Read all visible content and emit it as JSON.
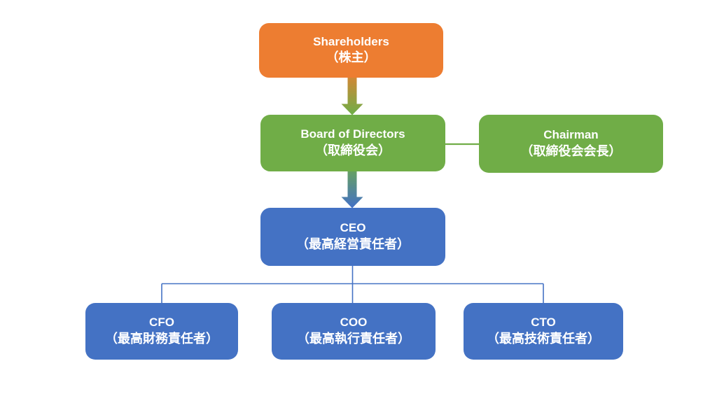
{
  "diagram": {
    "type": "org-chart",
    "colors": {
      "orange": "#ED7D31",
      "green": "#70AD47",
      "blue": "#4472C4",
      "canvas": "#FFFFFF",
      "text": "#FFFFFF"
    },
    "nodes": {
      "shareholders": {
        "title": "Shareholders",
        "subtitle": "（株主）",
        "color": "#ED7D31"
      },
      "board": {
        "title": "Board of Directors",
        "subtitle": "（取締役会）",
        "color": "#70AD47"
      },
      "chairman": {
        "title": "Chairman",
        "subtitle": "（取締役会会長）",
        "color": "#70AD47"
      },
      "ceo": {
        "title": "CEO",
        "subtitle": "（最高経営責任者）",
        "color": "#4472C4"
      },
      "cfo": {
        "title": "CFO",
        "subtitle": "（最高財務責任者）",
        "color": "#4472C4"
      },
      "coo": {
        "title": "COO",
        "subtitle": "（最高執行責任者）",
        "color": "#4472C4"
      },
      "cto": {
        "title": "CTO",
        "subtitle": "（最高技術責任者）",
        "color": "#4472C4"
      }
    },
    "connectors": [
      {
        "from": "shareholders",
        "to": "board",
        "type": "gradient-arrow",
        "colors": [
          "#ED7D31",
          "#70AD47"
        ]
      },
      {
        "from": "board",
        "to": "chairman",
        "type": "line",
        "color": "#70AD47"
      },
      {
        "from": "board",
        "to": "ceo",
        "type": "gradient-arrow",
        "colors": [
          "#70AD47",
          "#4472C4"
        ]
      },
      {
        "from": "ceo",
        "to": "cfo",
        "type": "elbow-line",
        "color": "#4472C4"
      },
      {
        "from": "ceo",
        "to": "coo",
        "type": "elbow-line",
        "color": "#4472C4"
      },
      {
        "from": "ceo",
        "to": "cto",
        "type": "elbow-line",
        "color": "#4472C4"
      }
    ]
  }
}
